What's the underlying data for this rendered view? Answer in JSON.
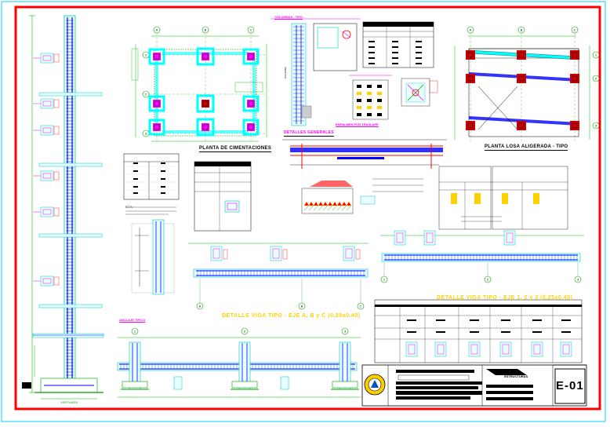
{
  "sheet": {
    "number": "E-01",
    "border_color": "#ff0000",
    "title_block_label": "ESTRUCTURAS"
  },
  "drawings": {
    "foundation_plan_title": "PLANTA DE CIMENTACIONES",
    "slab_plan_title": "PLANTA LOSA ALIGERADA - TIPO",
    "general_details_title": "DETALLES GENERALES",
    "beam_detail_axis_a": "DETALLE VIGA TIPO - EJE A, B y C (0.25x0.40)",
    "beam_detail_axis_1": "DETALLE VIGA TIPO - EJE 1, 2 y 3 (0.25x0.40)",
    "anchorage_title": "ANCLAJE TIPICO",
    "splice_title": "EMPALMES POR TRASLAPE",
    "column_box_title": "COLUMNAS - TIPO"
  },
  "axes": {
    "letters": [
      "A",
      "B",
      "C"
    ],
    "numbers": [
      "1",
      "2",
      "3"
    ]
  },
  "colors": {
    "concrete": "#00ffff",
    "rebar": "#0000ff",
    "column_fill": "#ff00ff",
    "slab_column": "#cc0000",
    "dimension": "#00c000",
    "annotation": "#ff00ff",
    "hatch": "#ffd000",
    "soil": "#00a000"
  }
}
